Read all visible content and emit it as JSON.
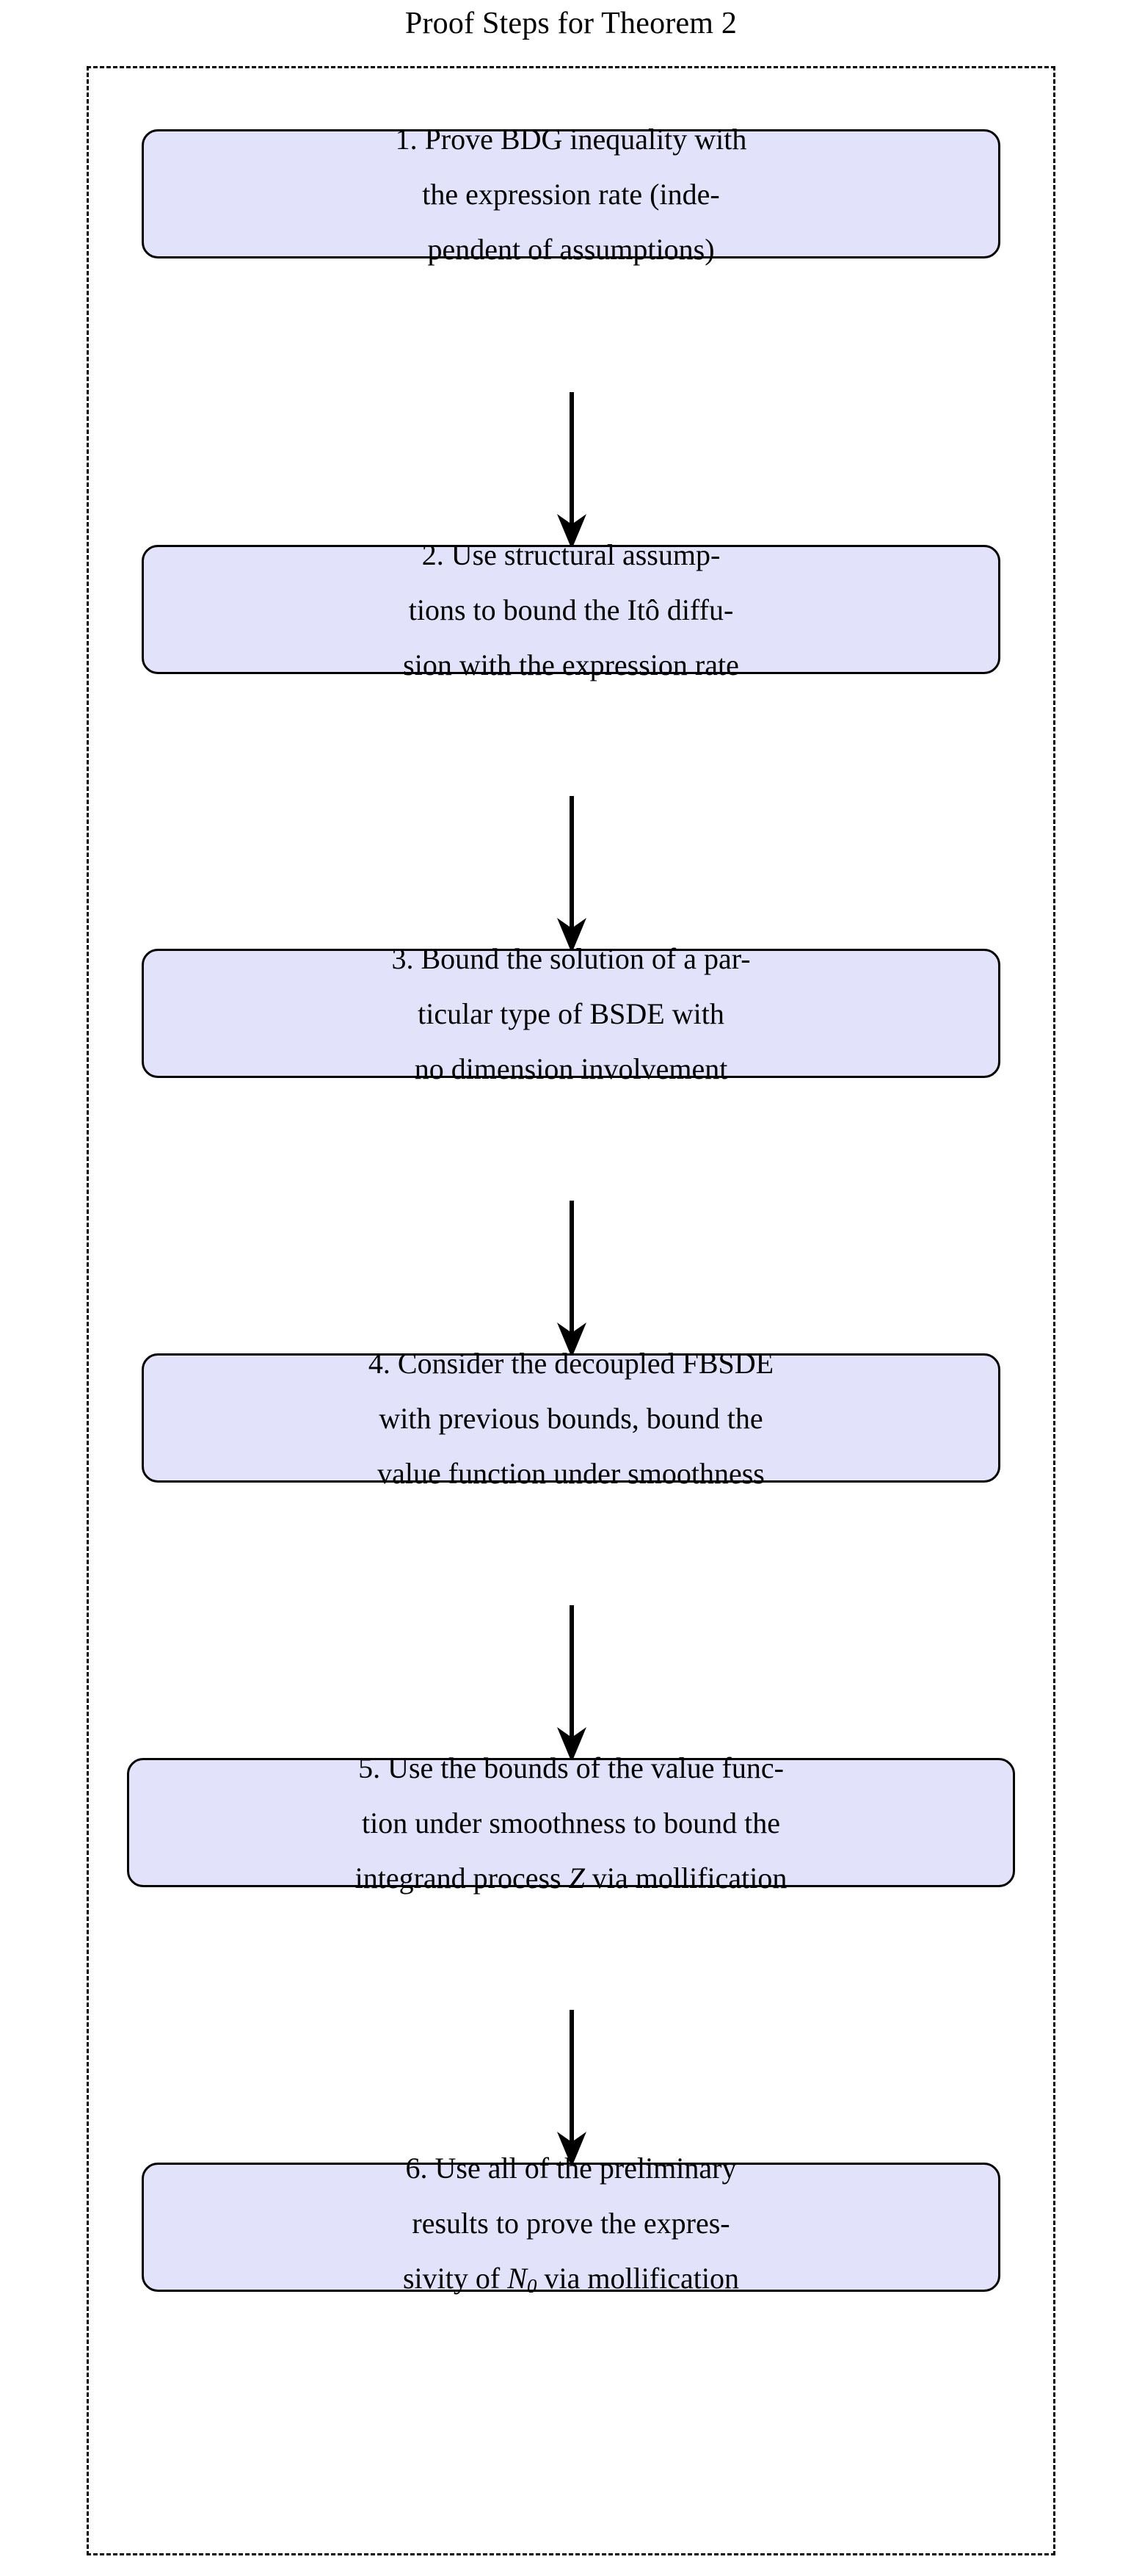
{
  "title": "Proof Steps for Theorem 2",
  "colors": {
    "box_fill": "#e3e2fb",
    "box_border": "#000000",
    "container_border": "#000000",
    "arrow": "#000000",
    "text": "#000000",
    "background": "#ffffff"
  },
  "container": {
    "border_style": "dashed",
    "label": "proof-steps-group"
  },
  "steps": [
    {
      "id": 1,
      "lines": [
        "1. Prove BDG inequality with",
        "the expression rate (inde-",
        "pendent of assumptions)"
      ],
      "plain_text": "1. Prove BDG inequality with the expression rate (independent of assumptions)"
    },
    {
      "id": 2,
      "lines": [
        "2. Use structural assump-",
        "tions to bound the Itô diffu-",
        "sion with the expression rate"
      ],
      "plain_text": "2. Use structural assumptions to bound the Itô diffusion with the expression rate"
    },
    {
      "id": 3,
      "lines": [
        "3. Bound the solution of a par-",
        "ticular type of BSDE with",
        "no dimension involvement"
      ],
      "plain_text": "3. Bound the solution of a particular type of BSDE with no dimension involvement"
    },
    {
      "id": 4,
      "lines": [
        "4. Consider the decoupled FBSDE",
        "with previous bounds, bound the",
        "value function under smoothness"
      ],
      "plain_text": "4. Consider the decoupled FBSDE with previous bounds, bound the value function under smoothness"
    },
    {
      "id": 5,
      "lines": [
        "5. Use the bounds of the value func-",
        "tion under smoothness to bound the",
        "integrand process Z via mollification"
      ],
      "line3_before": "integrand process ",
      "line3_symbol": "Z",
      "line3_after": " via mollification",
      "plain_text": "5. Use the bounds of the value function under smoothness to bound the integrand process Z via mollification"
    },
    {
      "id": 6,
      "lines": [
        "6. Use all of the preliminary",
        "results to prove the expres-",
        "sivity of N0 via mollification"
      ],
      "line3_before": "sivity of ",
      "line3_symbol": "N",
      "line3_subscript": "0",
      "line3_after": " via mollification",
      "plain_text": "6. Use all of the preliminary results to prove the expressivity of N_0 via mollification"
    }
  ],
  "connectors": [
    {
      "from": 1,
      "to": 2,
      "name": "arrow-step1-to-step2"
    },
    {
      "from": 2,
      "to": 3,
      "name": "arrow-step2-to-step3"
    },
    {
      "from": 3,
      "to": 4,
      "name": "arrow-step3-to-step4"
    },
    {
      "from": 4,
      "to": 5,
      "name": "arrow-step4-to-step5"
    },
    {
      "from": 5,
      "to": 6,
      "name": "arrow-step5-to-step6"
    }
  ]
}
